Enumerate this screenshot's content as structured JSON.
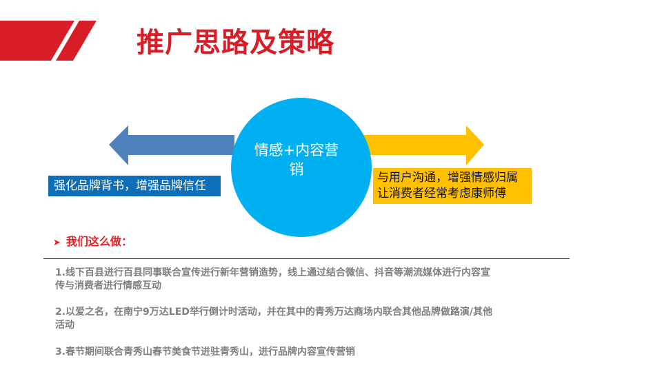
{
  "slide": {
    "title": "推广思路及策略",
    "colors": {
      "brand_red": "#d91d27",
      "left_arrow": "#4f81bd",
      "circle": "#00b0f0",
      "right_arrow": "#ffc000",
      "left_box": "#0e6eb8",
      "right_box": "#ffc000",
      "section_head": "#ee1c25",
      "body_text": "#7f7f7f",
      "rule": "#8b1a1a"
    }
  },
  "diagram": {
    "center": {
      "line1": "情感+内容营",
      "line2": "销"
    },
    "left": {
      "icon": "arrow-left-icon",
      "label": "强化品牌背书，增强品牌信任"
    },
    "right": {
      "icon": "arrow-right-icon",
      "line1": "与用户沟通，增强情感归属",
      "line2": "让消费者经常考虑康师傅"
    }
  },
  "section": {
    "bullet_icon": "➤",
    "heading": "我们这么做：",
    "items": [
      {
        "line1": "1.线下百县进行百县同事联合宣传进行新年营销造势，线上通过结合微信、抖音等潮流媒体进行内容宣",
        "line2": "传与消费者进行情感互动"
      },
      {
        "line1": "2.以爱之名，在南宁9万达LED举行倒计时活动，并在其中的青秀万达商场内联合其他品牌做路演/其他",
        "line2": "活动"
      },
      {
        "line1": "3.春节期间联合青秀山春节美食节进驻青秀山，进行品牌内容宣传营销"
      }
    ]
  }
}
